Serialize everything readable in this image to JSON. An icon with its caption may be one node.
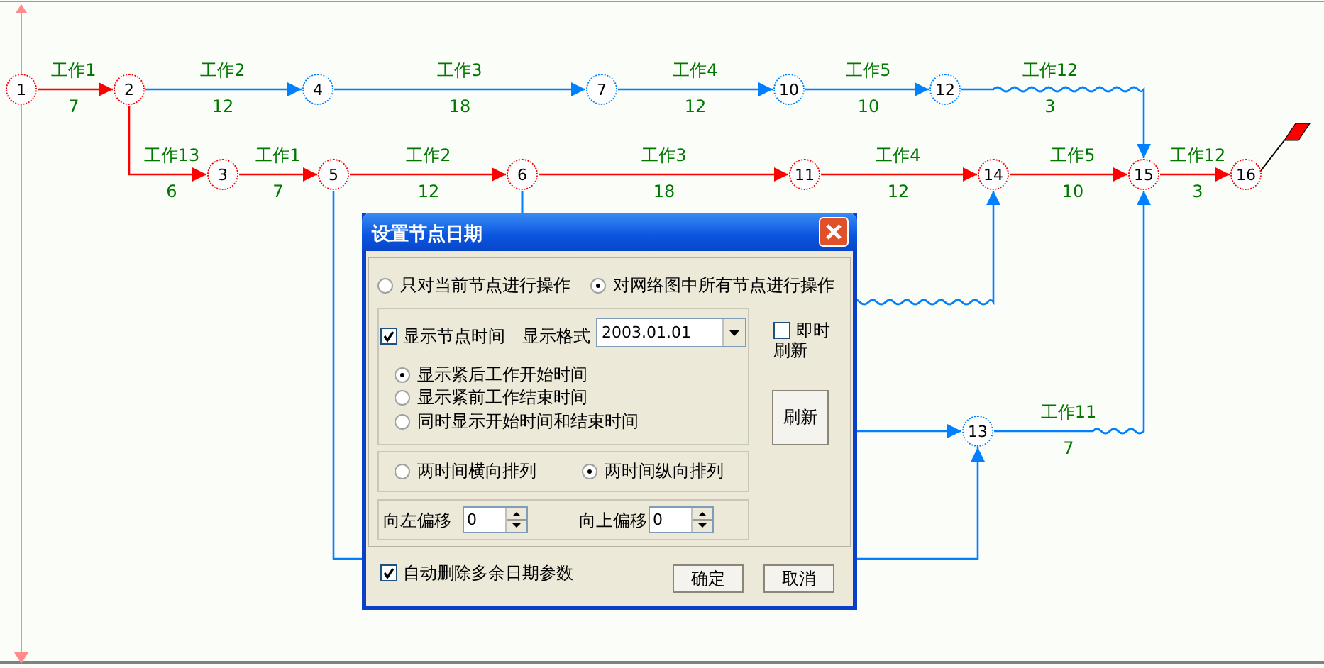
{
  "diagram": {
    "nodes": [
      {
        "text": [
          "1"
        ]
      },
      {
        "text": [
          "2"
        ]
      },
      {
        "text": [
          "4"
        ]
      },
      {
        "text": [
          "7"
        ]
      },
      {
        "text": [
          "10"
        ]
      },
      {
        "text": [
          "12"
        ]
      },
      {
        "text": [
          "3"
        ]
      },
      {
        "text": [
          "5"
        ]
      },
      {
        "text": [
          "6"
        ]
      },
      {
        "text": [
          "11"
        ]
      },
      {
        "text": [
          "14"
        ]
      },
      {
        "text": [
          "15"
        ]
      },
      {
        "text": [
          "16"
        ]
      },
      {
        "text": [
          "13"
        ]
      }
    ],
    "edges": [
      {
        "from": 0,
        "to": 1,
        "arrow": "to",
        "label": "工作1",
        "color": "#ff0000"
      },
      {
        "from": 1,
        "to": 2,
        "arrow": "to",
        "label": "工作2"
      },
      {
        "from": 2,
        "to": 3,
        "arrow": "to",
        "label": "工作3"
      },
      {
        "from": 3,
        "to": 4,
        "arrow": "to",
        "label": "工作4"
      },
      {
        "from": 4,
        "to": 5,
        "arrow": "to",
        "label": "工作5"
      },
      {
        "from": 5,
        "to": 11,
        "arrow": "to",
        "label": "工作12"
      },
      {
        "from": 1,
        "to": 6,
        "arrow": "to",
        "label": "工作13",
        "color": "#ff0000"
      },
      {
        "from": 6,
        "to": 7,
        "arrow": "to",
        "label": "工作1",
        "color": "#ff0000"
      },
      {
        "from": 7,
        "to": 8,
        "arrow": "to",
        "label": "工作2",
        "color": "#ff0000"
      },
      {
        "from": 8,
        "to": 9,
        "arrow": "to",
        "label": "工作3",
        "color": "#ff0000"
      },
      {
        "from": 9,
        "to": 10,
        "arrow": "to",
        "label": "工作4",
        "color": "#ff0000"
      },
      {
        "from": 10,
        "to": 11,
        "arrow": "to",
        "label": "工作5",
        "color": "#ff0000"
      },
      {
        "from": 11,
        "to": 12,
        "arrow": "to",
        "label": "工作12",
        "color": "#ff0000"
      },
      {
        "from": 7,
        "to": 13,
        "arrow": "to"
      },
      {
        "from": 8,
        "to": 13,
        "arrow": "to"
      },
      {
        "from": 8,
        "to": 10,
        "arrow": "to"
      },
      {
        "from": 13,
        "to": 11,
        "arrow": "to",
        "label": "工作11"
      }
    ],
    "labels": [
      "7",
      "12",
      "18",
      "12",
      "10",
      "3",
      "6",
      "7",
      "12",
      "18",
      "12",
      "10",
      "3",
      "7",
      "设置节点日期",
      "只对当前节点进行操作",
      "对网络图中所有节点进行操作",
      "显示节点时间",
      "显示格式",
      "2003.01.01",
      "即时刷新",
      "显示紧后工作开始时间",
      "显示紧前工作结束时间",
      "同时显示开始时间和结束时间",
      "刷新",
      "两时间横向排列",
      "两时间纵向排列",
      "向左偏移",
      "0",
      "向上偏移",
      "0",
      "自动删除多余日期参数",
      "确定",
      "取消"
    ]
  }
}
